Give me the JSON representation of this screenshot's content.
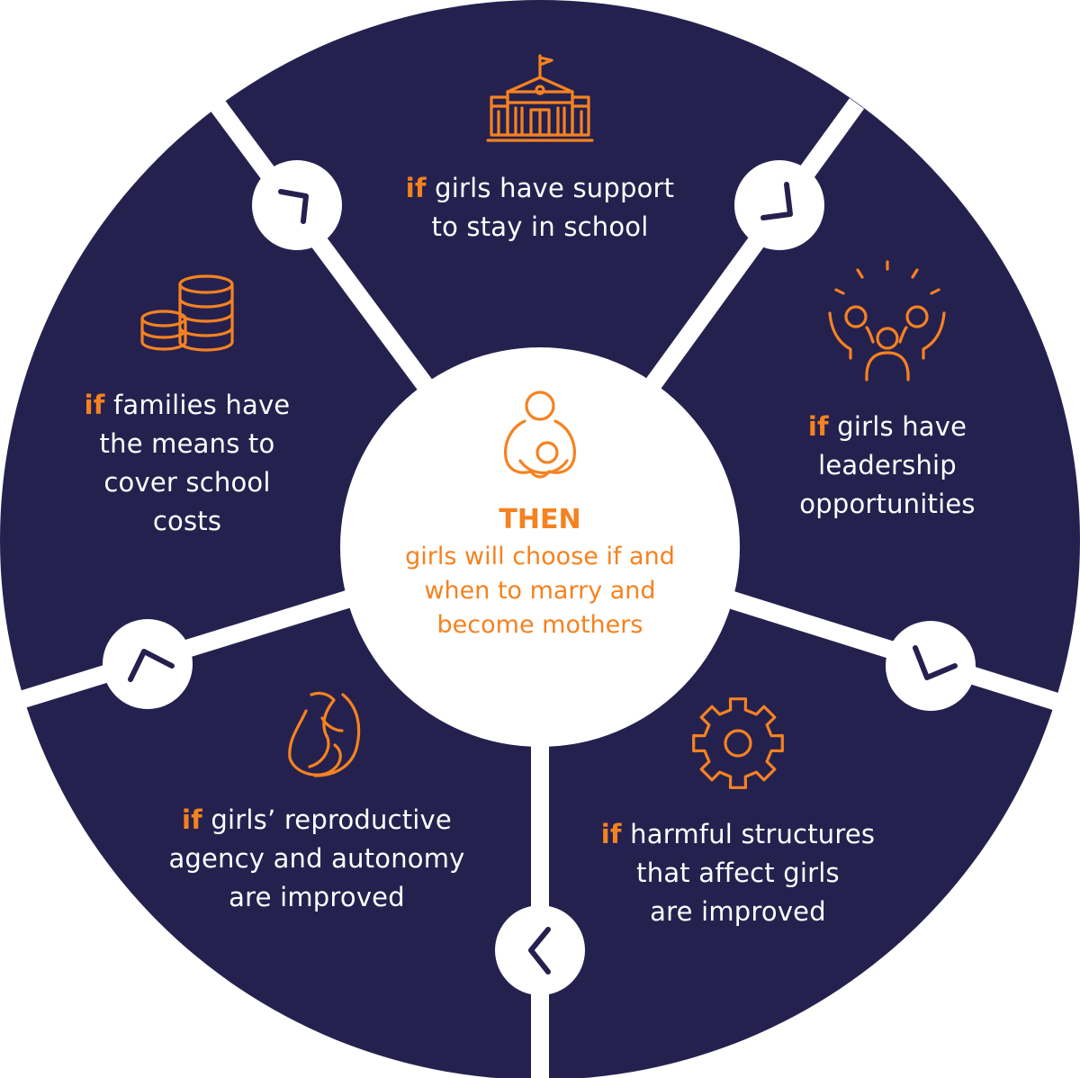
{
  "colors": {
    "segment_fill": "#25214f",
    "accent": "#f58220",
    "divider": "#ffffff",
    "arrow": "#25214f"
  },
  "center": {
    "icon": "mother-and-baby-icon",
    "title": "THEN",
    "lines": [
      "girls will choose if and",
      "when to marry and",
      "become mothers"
    ]
  },
  "segments": [
    {
      "id": "school",
      "icon": "school-building-icon",
      "keyword": "if",
      "lines": [
        " girls have support",
        "to stay in school"
      ]
    },
    {
      "id": "leadership",
      "icon": "people-celebrating-icon",
      "keyword": "if",
      "lines": [
        " girls have",
        "leadership",
        "opportunities"
      ]
    },
    {
      "id": "structures",
      "icon": "gear-icon",
      "keyword": "if",
      "lines": [
        " harmful structures",
        "that affect girls",
        "are improved"
      ]
    },
    {
      "id": "reproductive",
      "icon": "pregnant-woman-icon",
      "keyword": "if",
      "lines": [
        " girls’ reproductive",
        "agency and autonomy",
        "are improved"
      ]
    },
    {
      "id": "families",
      "icon": "coins-icon",
      "keyword": "if",
      "lines": [
        " families have",
        "the means to",
        "cover school",
        "costs"
      ]
    }
  ]
}
